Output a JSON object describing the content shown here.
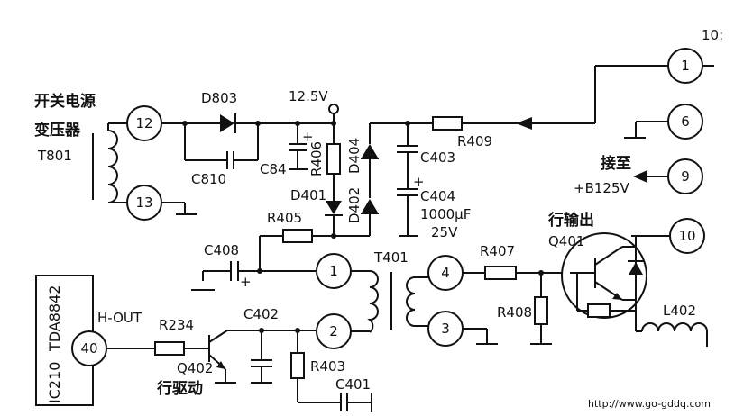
{
  "labels": {
    "t801_name1": "开关电源",
    "t801_name2": "变压器",
    "t801_ref": "T801",
    "d803": "D803",
    "v12": "12.5V",
    "c810": "C810",
    "c84": "C84",
    "r406": "R406",
    "d404": "D404",
    "d401": "D401",
    "d402": "D402",
    "c403": "C403",
    "r409": "R409",
    "c404": "C404",
    "c404_val1": "1000μF",
    "c404_val2": "25V",
    "r405": "R405",
    "c408": "C408",
    "t401": "T401",
    "r407": "R407",
    "r408": "R408",
    "q401": "Q401",
    "q401_desc": "行输出",
    "l402": "L402",
    "jiezhi": "接至",
    "b125": "+B125V",
    "ic_ref": "IC210",
    "ic_name": "TDA8842",
    "hout": "H-OUT",
    "r234": "R234",
    "q402": "Q402",
    "q402_desc": "行驱动",
    "c402": "C402",
    "r403": "R403",
    "c401": "C401",
    "top_partial": "10:",
    "watermark": "http://www.go-gddq.com"
  },
  "pins": {
    "p12": "12",
    "p13": "13",
    "p1_right": "1",
    "p6": "6",
    "p9": "9",
    "p10": "10",
    "p1_t401": "1",
    "p2_t401": "2",
    "p4_t401": "4",
    "p3_t401": "3",
    "p40": "40"
  }
}
